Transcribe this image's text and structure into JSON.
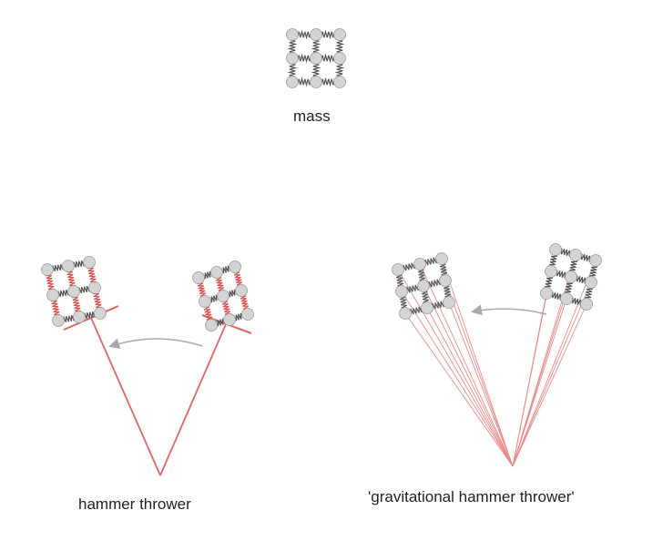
{
  "captions": {
    "mass": "mass",
    "hammer": "hammer thrower",
    "gravitational": "'gravitational hammer thrower'"
  },
  "colors": {
    "node_fill": "#d4d4d4",
    "node_stroke": "#9a9a9a",
    "spring_dark": "#555555",
    "spring_stretched": "#d9534f",
    "rope": "#e06666",
    "rope_thin": "#e88b8b",
    "arrow": "#aaaaaa"
  },
  "icons": {
    "node": "circle-node",
    "spring": "zigzag-spring"
  }
}
